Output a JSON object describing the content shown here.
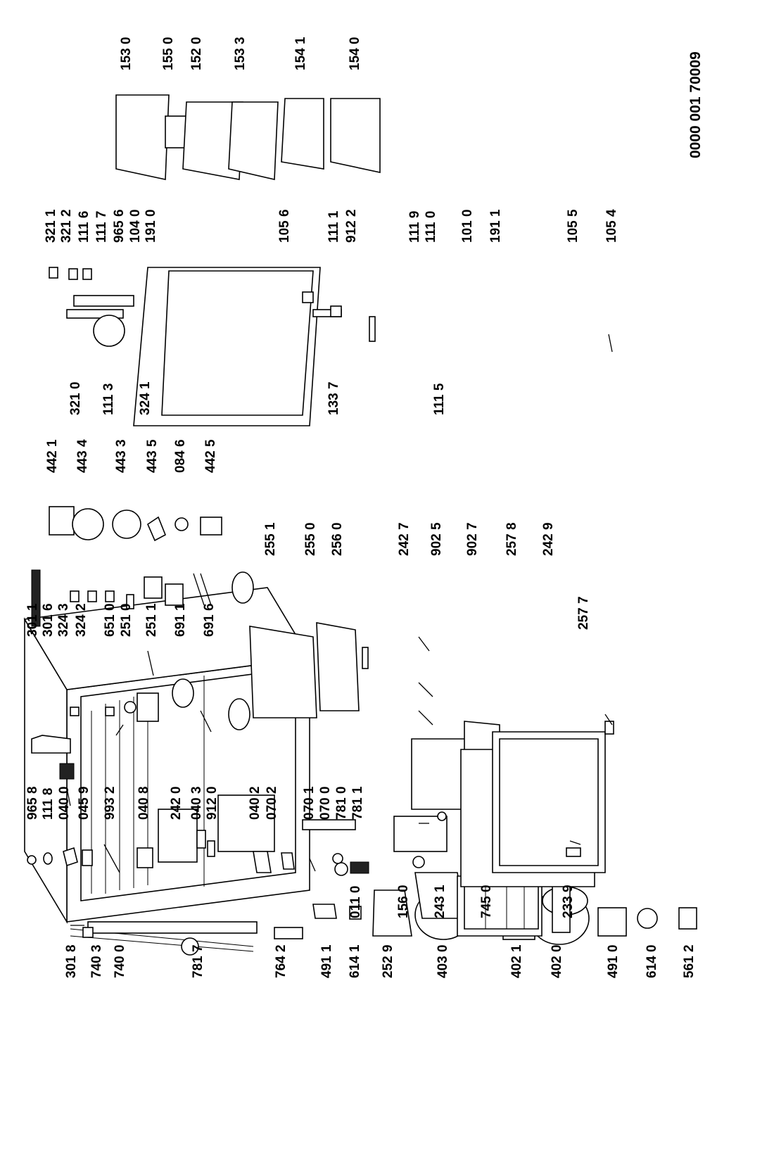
{
  "diagram": {
    "reference": "0000 001 70009",
    "labels": [
      "301 8",
      "740 3",
      "740 0",
      "781 7",
      "764 2",
      "491 1",
      "614 1",
      "252 9",
      "403 0",
      "402 1",
      "402 0",
      "491 0",
      "614 0",
      "561 2",
      "965 8",
      "111 8",
      "040 0",
      "045 9",
      "993 2",
      "040 8",
      "242 0",
      "040 3",
      "912 0",
      "040 2",
      "070 2",
      "070 1",
      "070 0",
      "781 0",
      "781 1",
      "011 0",
      "301 1",
      "301 6",
      "324 3",
      "324 2",
      "651 0",
      "251 0",
      "251 1",
      "691 1",
      "691 6",
      "255 1",
      "255 0",
      "256 0",
      "156 0",
      "243 1",
      "745 0",
      "233 9",
      "257 7",
      "242 7",
      "902 5",
      "902 7",
      "257 8",
      "242 9",
      "442 1",
      "443 4",
      "443 3",
      "443 5",
      "084 6",
      "442 5",
      "321 0",
      "111 3",
      "324 1",
      "321 1",
      "321 2",
      "111 6",
      "111 7",
      "965 6",
      "104 0",
      "191 0",
      "105 6",
      "111 1",
      "912 2",
      "133 7",
      "111 5",
      "111 9",
      "111 0",
      "101 0",
      "191 1",
      "105 5",
      "105 4",
      "153 0",
      "155 0",
      "152 0",
      "153 3",
      "154 1",
      "154 0"
    ]
  }
}
